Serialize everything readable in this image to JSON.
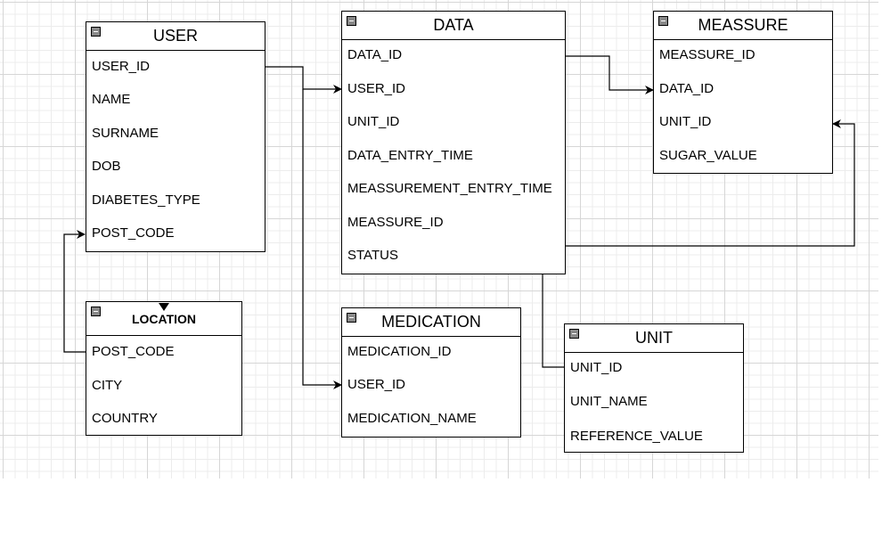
{
  "entities": {
    "user": {
      "title": "USER",
      "fields": [
        "USER_ID",
        "NAME",
        "SURNAME",
        "DOB",
        "DIABETES_TYPE",
        "POST_CODE"
      ]
    },
    "data": {
      "title": "DATA",
      "fields": [
        "DATA_ID",
        "USER_ID",
        "UNIT_ID",
        "DATA_ENTRY_TIME",
        "MEASSUREMENT_ENTRY_TIME",
        "MEASSURE_ID",
        "STATUS"
      ]
    },
    "meassure": {
      "title": "MEASSURE",
      "fields": [
        "MEASSURE_ID",
        "DATA_ID",
        "UNIT_ID",
        "SUGAR_VALUE"
      ]
    },
    "location": {
      "title": "LOCATION",
      "fields": [
        "POST_CODE",
        "CITY",
        "COUNTRY"
      ]
    },
    "medication": {
      "title": "MEDICATION",
      "fields": [
        "MEDICATION_ID",
        "USER_ID",
        "MEDICATION_NAME"
      ]
    },
    "unit": {
      "title": "UNIT",
      "fields": [
        "UNIT_ID",
        "UNIT_NAME",
        "REFERENCE_VALUE"
      ]
    }
  },
  "relations": [
    {
      "from": "USER.USER_ID",
      "to": "DATA.USER_ID"
    },
    {
      "from": "USER.USER_ID",
      "to": "MEDICATION.USER_ID"
    },
    {
      "from": "DATA.DATA_ID",
      "to": "MEASSURE.DATA_ID"
    },
    {
      "from": "UNIT.UNIT_ID",
      "to": "MEASSURE.UNIT_ID"
    },
    {
      "from": "LOCATION.POST_CODE",
      "to": "USER.POST_CODE"
    }
  ]
}
